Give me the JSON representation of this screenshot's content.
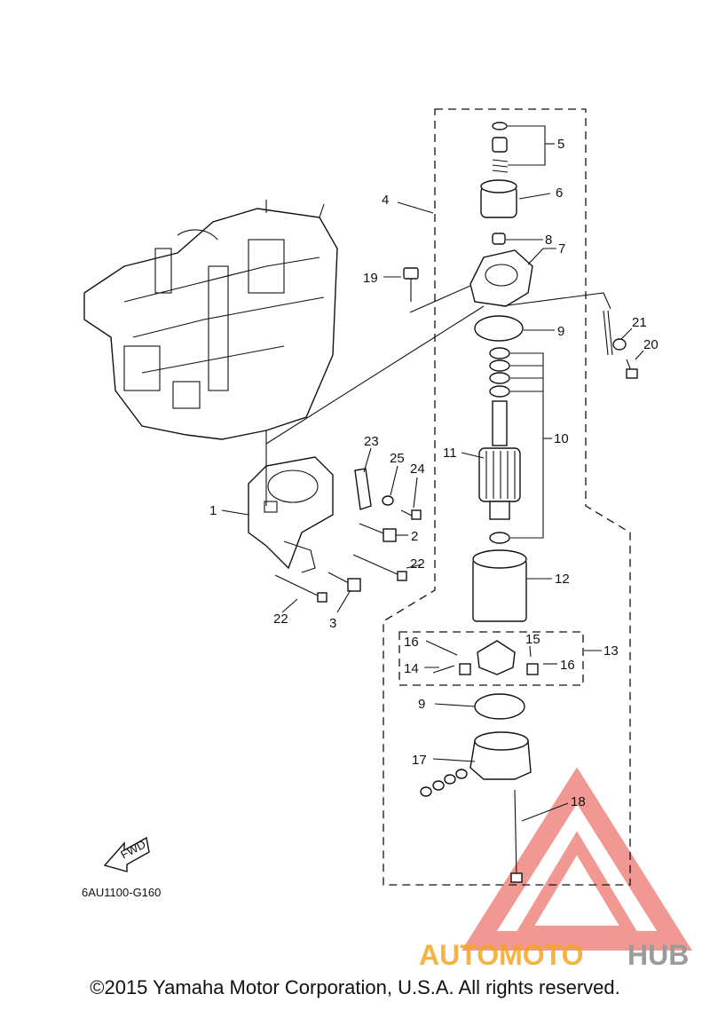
{
  "diagram_code": "6AU1100-G160",
  "fwd_label": "FWD",
  "copyright": "©2015 Yamaha Motor Corporation, U.S.A. All rights reserved.",
  "watermark": {
    "text_a": "AUTOMOTO",
    "text_b": "HUB",
    "color_a": "#f5a623",
    "color_b": "#9b9b9b",
    "triangle_color": "#e8443a"
  },
  "callouts": {
    "c1": "1",
    "c2": "2",
    "c3": "3",
    "c4": "4",
    "c5": "5",
    "c6": "6",
    "c7": "7",
    "c8": "8",
    "c9a": "9",
    "c9b": "9",
    "c10": "10",
    "c11": "11",
    "c12": "12",
    "c13": "13",
    "c14": "14",
    "c15": "15",
    "c16a": "16",
    "c16b": "16",
    "c17": "17",
    "c18": "18",
    "c19": "19",
    "c20": "20",
    "c21": "21",
    "c22a": "22",
    "c22b": "22",
    "c23": "23",
    "c24": "24",
    "c25": "25"
  }
}
